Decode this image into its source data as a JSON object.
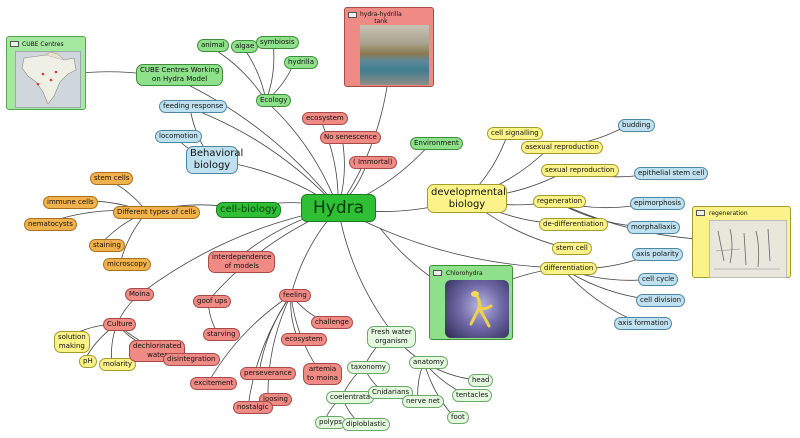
{
  "central": {
    "label": "Hydra"
  },
  "nodes": {
    "cube_centres_working": "CUBE Centres Working\non Hydra Model",
    "feeding_response": "feeding response",
    "locomotion": "locomotion",
    "behavioral_biology": "Behavioral\nbiology",
    "animal": "animal",
    "algae": "algae",
    "symbiosis": "symbiosis",
    "hydrilla": "hydrilla",
    "ecology": "Ecology",
    "ecosystem_top": "ecosystem",
    "no_senescence": "No senescence",
    "immortal": "( Immortal)",
    "environment": "Environment",
    "stem_cells": "stem cells",
    "immune_cells": "immune cells",
    "different_cells": "Different types of cells",
    "nematocysts": "nematocysts",
    "staining_top": "staining",
    "microscopy": "microscopy",
    "cell_biology": "cell-biology",
    "interdependence": "interdependence\nof models",
    "moina": "Moina",
    "culture": "Culture",
    "solution_making": "solution\nmaking",
    "ph": "pH",
    "molarity": "molarity",
    "dechlorinated": "dechlorinated\nwater",
    "disintegration": "disintegration",
    "goof_ups": "goof ups",
    "starving": "starving",
    "feeling": "feeling",
    "challenge": "challenge",
    "ecosystem_low": "ecosystem",
    "artemia": "artemia\nto moina",
    "excitement": "excitement",
    "perseverance": "perseverance",
    "loosing": "loosing",
    "nostalgic": "nostalgic",
    "fresh_water": "Fresh water\norganism",
    "taxonomy": "taxonomy",
    "anatomy": "anatomy",
    "coelentrata": "coelentrata",
    "cnidarians": "Cnidarians",
    "polyps": "polyps",
    "diploblastic": "diploblastic",
    "nerve_net": "nerve net",
    "foot": "foot",
    "tentacles": "tentacles",
    "head": "head",
    "developmental_biology": "developmental\nbiology",
    "cell_signalling": "cell signalling",
    "asexual_reproduction": "asexual reproduction",
    "budding": "budding",
    "sexual_reproduction": "sexual reproduction",
    "epithelial_stem_cell": "epithelial stem cell",
    "regeneration": "regeneration",
    "epimorphosis": "epimorphosis",
    "de_differentiation": "de-differentiation",
    "morphallaxis": "morphallaxis",
    "stem_cell": "stem cell",
    "axis_polarity": "axis polarity",
    "differentiation": "differentiation",
    "cell_cycle": "cell cycle",
    "cell_division": "cell division",
    "axis_formation": "axis formation"
  },
  "panels": {
    "cube_centres": {
      "title": "CUBE Centres"
    },
    "hydra_tank": {
      "title": "hydra-hydrilla\ntank"
    },
    "chlorohydra": {
      "title": "Chlorohydra"
    },
    "regeneration_img": {
      "title": "regeneration"
    }
  },
  "colors": {
    "edge": "#444444",
    "green": "#8fe08a",
    "red": "#ef8a84",
    "orange": "#f2b24b",
    "yellow": "#fbf38a",
    "blue": "#bfe0ef",
    "light_green": "#e4f7df",
    "central": "#2fbf35"
  }
}
